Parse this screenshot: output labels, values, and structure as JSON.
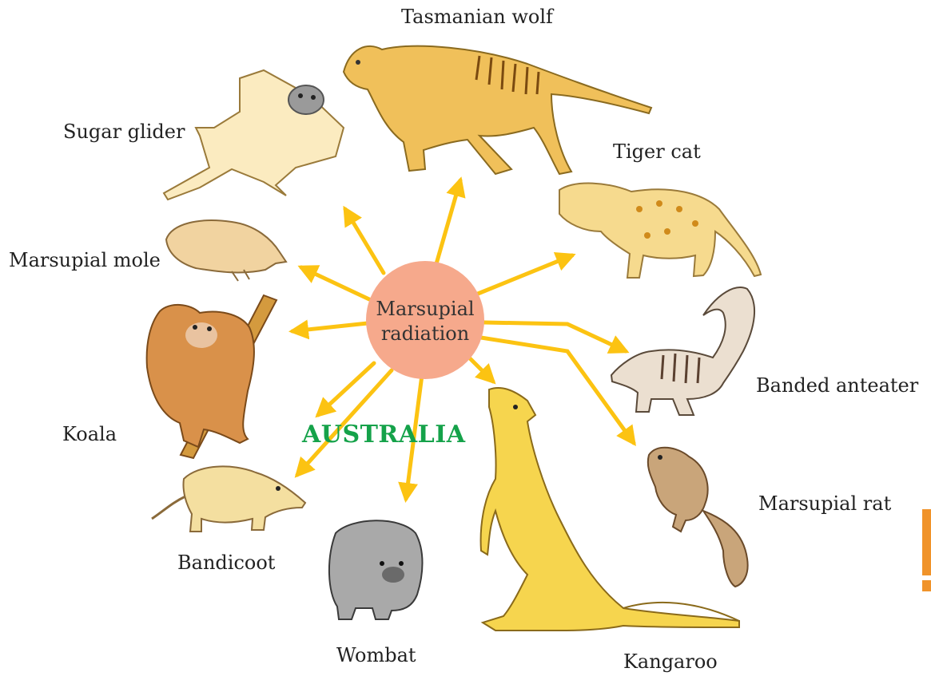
{
  "center": {
    "line1": "Marsupial",
    "line2": "radiation",
    "fill": "#f6a98c"
  },
  "continent": {
    "label": "AUSTRALIA",
    "color": "#15a24a"
  },
  "arrow_color": "#fcc312",
  "animals": [
    {
      "key": "tasmanian-wolf",
      "label": "Tasmanian wolf"
    },
    {
      "key": "sugar-glider",
      "label": "Sugar glider"
    },
    {
      "key": "tiger-cat",
      "label": "Tiger cat"
    },
    {
      "key": "marsupial-mole",
      "label": "Marsupial mole"
    },
    {
      "key": "banded-anteater",
      "label": "Banded anteater"
    },
    {
      "key": "koala",
      "label": "Koala"
    },
    {
      "key": "marsupial-rat",
      "label": "Marsupial rat"
    },
    {
      "key": "bandicoot",
      "label": "Bandicoot"
    },
    {
      "key": "wombat",
      "label": "Wombat"
    },
    {
      "key": "kangaroo",
      "label": "Kangaroo"
    }
  ],
  "accent_bar_color": "#f0932a"
}
